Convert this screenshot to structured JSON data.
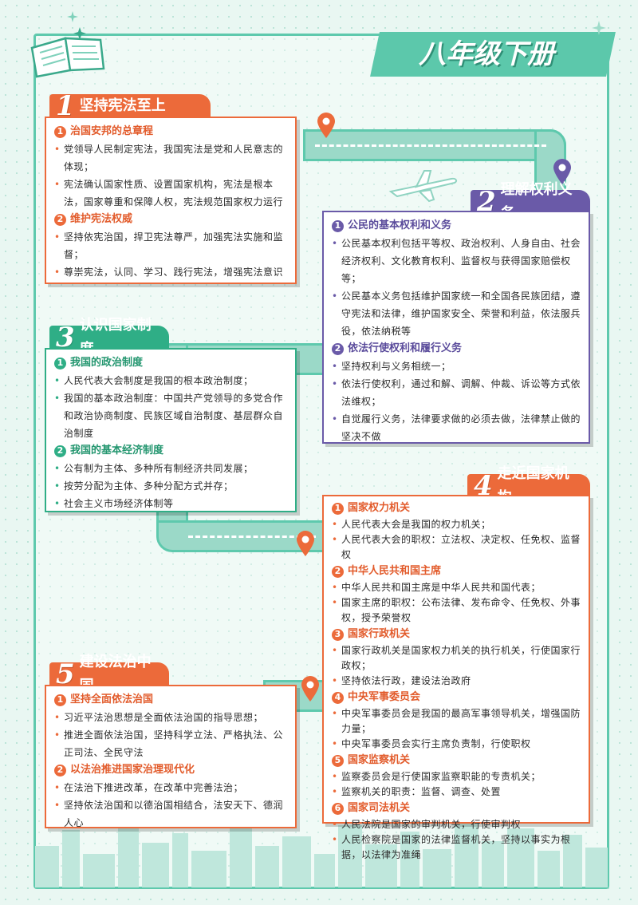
{
  "header": {
    "title": "八年级下册"
  },
  "icons": {
    "book": "open-book-icon",
    "pin": "map-pin-icon",
    "plane": "airplane-icon",
    "sparkle": "sparkle-icon"
  },
  "colors": {
    "orange": "#ec6a3a",
    "purple": "#6a5aa8",
    "green": "#2fae86",
    "teal": "#5ec9ad"
  },
  "sections": [
    {
      "num": "1",
      "title": "坚持宪法至上",
      "subs": [
        {
          "badge": "1",
          "title": "治国安邦的总章程",
          "items": [
            "党领导人民制定宪法，我国宪法是党和人民意志的体现；",
            "宪法确认国家性质、设置国家机构，宪法是根本法，国家尊重和保障人权，宪法规范国家权力运行"
          ]
        },
        {
          "badge": "2",
          "title": "维护宪法权威",
          "items": [
            "坚持依宪治国，捍卫宪法尊严，加强宪法实施和监督；",
            "尊崇宪法，认同、学习、践行宪法，增强宪法意识"
          ]
        }
      ]
    },
    {
      "num": "2",
      "title": "理解权利义务",
      "subs": [
        {
          "badge": "1",
          "title": "公民的基本权利和义务",
          "items": [
            "公民基本权利包括平等权、政治权利、人身自由、社会经济权利、文化教育权利、监督权与获得国家赔偿权等；",
            "公民基本义务包括维护国家统一和全国各民族团结，遵守宪法和法律，维护国家安全、荣誉和利益，依法服兵役，依法纳税等"
          ]
        },
        {
          "badge": "2",
          "title": "依法行使权利和履行义务",
          "items": [
            "坚持权利与义务相统一；",
            "依法行使权利，通过和解、调解、仲裁、诉讼等方式依法维权；",
            "自觉履行义务，法律要求做的必须去做，法律禁止做的坚决不做"
          ]
        }
      ]
    },
    {
      "num": "3",
      "title": "认识国家制度",
      "subs": [
        {
          "badge": "1",
          "title": "我国的政治制度",
          "items": [
            "人民代表大会制度是我国的根本政治制度；",
            "我国的基本政治制度：中国共产党领导的多党合作和政治协商制度、民族区域自治制度、基层群众自治制度"
          ]
        },
        {
          "badge": "2",
          "title": "我国的基本经济制度",
          "items": [
            "公有制为主体、多种所有制经济共同发展；",
            "按劳分配为主体、多种分配方式并存；",
            "社会主义市场经济体制等"
          ]
        }
      ]
    },
    {
      "num": "4",
      "title": "走近国家机构",
      "subs": [
        {
          "badge": "1",
          "title": "国家权力机关",
          "items": [
            "人民代表大会是我国的权力机关；",
            "人民代表大会的职权：立法权、决定权、任免权、监督权"
          ]
        },
        {
          "badge": "2",
          "title": "中华人民共和国主席",
          "items": [
            "中华人民共和国主席是中华人民共和国代表；",
            "国家主席的职权：公布法律、发布命令、任免权、外事权，授予荣誉权"
          ]
        },
        {
          "badge": "3",
          "title": "国家行政机关",
          "items": [
            "国家行政机关是国家权力机关的执行机关，行使国家行政权；",
            "坚持依法行政，建设法治政府"
          ]
        },
        {
          "badge": "4",
          "title": "中央军事委员会",
          "items": [
            "中央军事委员会是我国的最高军事领导机关，增强国防力量；",
            "中央军事委员会实行主席负责制，行使职权"
          ]
        },
        {
          "badge": "5",
          "title": "国家监察机关",
          "items": [
            "监察委员会是行使国家监察职能的专责机关；",
            "监察机关的职责：监督、调查、处置"
          ]
        },
        {
          "badge": "6",
          "title": "国家司法机关",
          "items": [
            "人民法院是国家的审判机关，行使审判权",
            "人民检察院是国家的法律监督机关，坚持以事实为根据，以法律为准绳"
          ]
        }
      ]
    },
    {
      "num": "5",
      "title": "建设法治中国",
      "subs": [
        {
          "badge": "1",
          "title": "坚持全面依法治国",
          "items": [
            "习近平法治思想是全面依法治国的指导思想；",
            "推进全面依法治国，坚持科学立法、严格执法、公正司法、全民守法"
          ]
        },
        {
          "badge": "2",
          "title": "以法治推进国家治理现代化",
          "items": [
            "在法治下推进改革，在改革中完善法治；",
            "坚持依法治国和以德治国相结合，法安天下、德润人心"
          ]
        }
      ]
    }
  ]
}
